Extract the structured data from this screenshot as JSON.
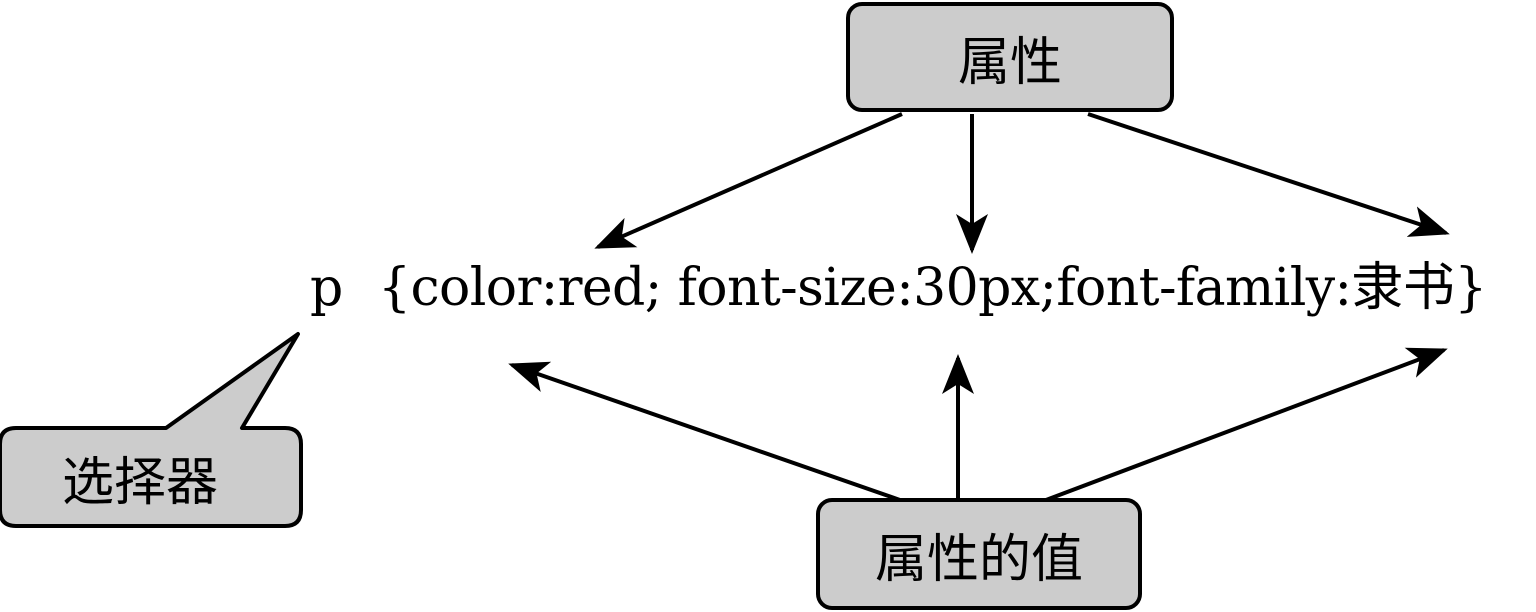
{
  "diagram": {
    "code": {
      "selector": "p",
      "rule": "{color:red; font-size:30px;font-family:隶书}"
    },
    "labels": {
      "property": "属性",
      "property_value": "属性的值",
      "selector": "选择器"
    },
    "colors": {
      "box_fill": "#cccccc",
      "stroke": "#000000",
      "text": "#000000"
    }
  }
}
